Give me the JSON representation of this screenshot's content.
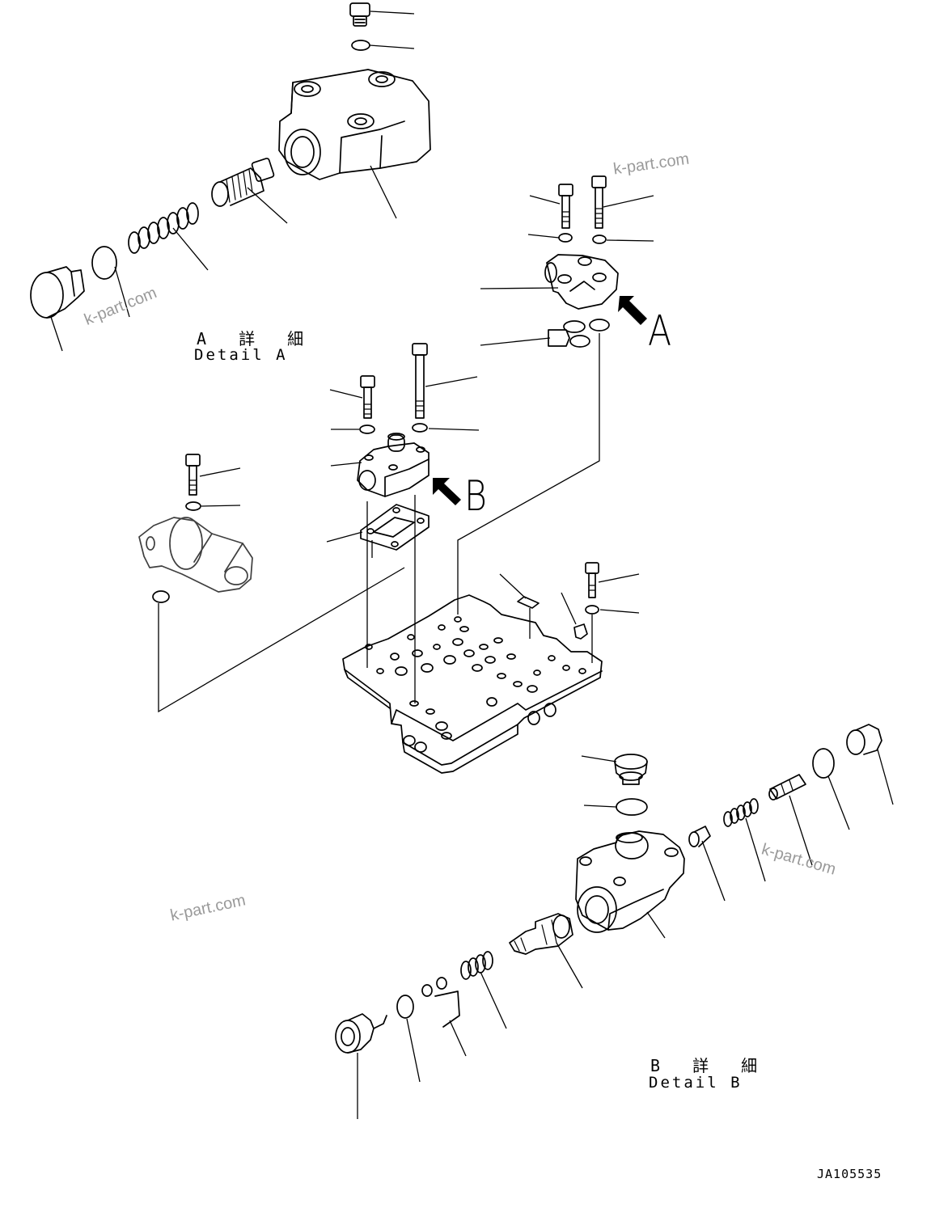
{
  "diagram": {
    "detail_a": {
      "jp": "A 詳 細",
      "en": "Detail A"
    },
    "detail_b": {
      "jp": "B 詳 細",
      "en": "Detail B"
    },
    "view_a": "A",
    "view_b": "B",
    "watermark": "k-part.com",
    "doc_id": "JA105535"
  }
}
